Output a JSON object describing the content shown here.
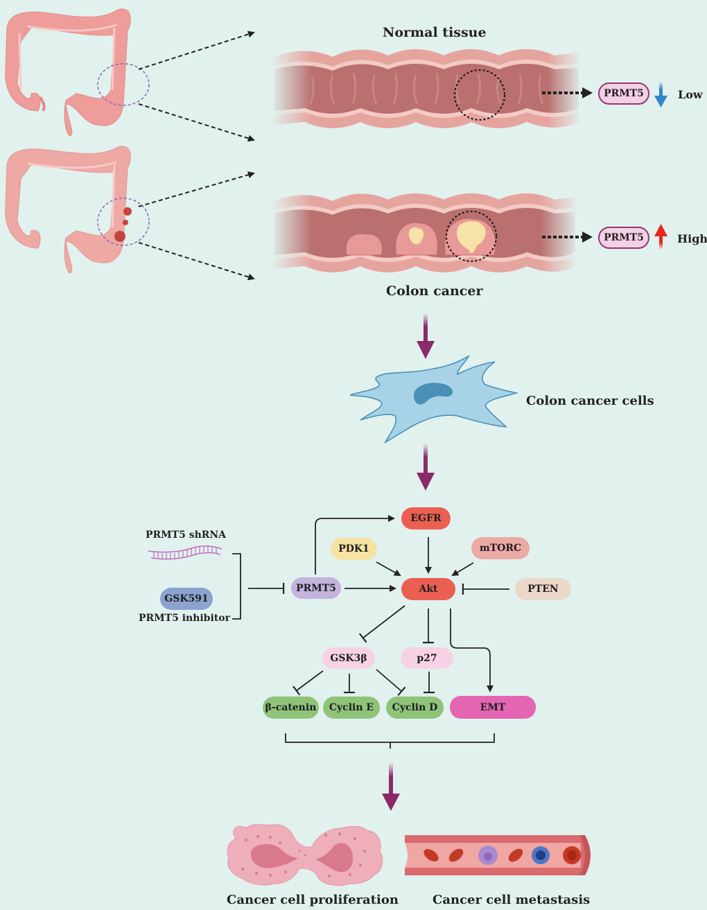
{
  "colors": {
    "background": "#e1f1ee",
    "tissue": "#e6a49f",
    "tissue_inner": "#b86f6f",
    "flow_arrow": "#8a2a6a",
    "low_arrow": "#2f86c9",
    "high_arrow": "#e7271e",
    "egfr": "#ea5f52",
    "akt": "#ea5f52",
    "pdk1": "#f6e3a2",
    "mtorc": "#eda9a6",
    "pten": "#ecd8c8",
    "prmt5_node": "#c3b3dd",
    "gsk591": "#8ca3d1",
    "gsk3b": "#f7d2e6",
    "p27": "#f7d2e6",
    "cyclin_green": "#8fc37a",
    "emt": "#e466b3",
    "cell": "#a8d3e6",
    "nucleus": "#4a8fb6"
  },
  "top": {
    "normal_title": "Normal tissue",
    "cancer_title": "Colon cancer",
    "normal_marker": "PRMT5",
    "normal_level": "Low",
    "normal_direction": "down",
    "cancer_marker": "PRMT5",
    "cancer_level": "High",
    "cancer_direction": "up"
  },
  "cells": {
    "label": "Colon cancer cells"
  },
  "pathway": {
    "shrna_label": "PRMT5 shRNA",
    "gsk591": "GSK591",
    "inhibitor_label": "PRMT5 inhibitor",
    "prmt5": "PRMT5",
    "egfr": "EGFR",
    "pdk1": "PDK1",
    "mtorc": "mTORC",
    "akt": "Akt",
    "pten": "PTEN",
    "gsk3b": "GSK3β",
    "p27": "p27",
    "beta_catenin": "β-catenin",
    "cyclin_e": "Cyclin E",
    "cyclin_d": "Cyclin D",
    "emt": "EMT"
  },
  "outcomes": {
    "proliferation": "Cancer cell proliferation",
    "metastasis": "Cancer cell metastasis"
  }
}
